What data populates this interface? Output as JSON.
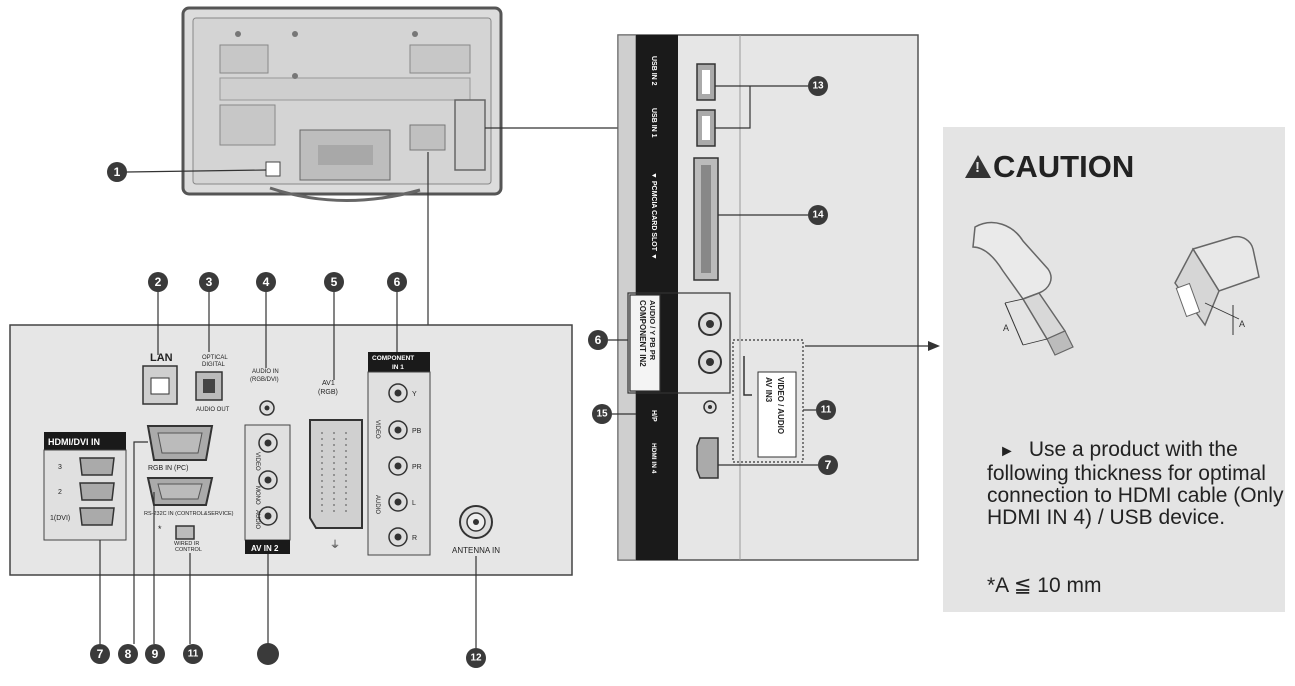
{
  "diagram": {
    "panel_labels": {
      "lan": "LAN",
      "optical_1": "OPTICAL",
      "optical_2": "DIGITAL",
      "audio_out": "AUDIO OUT",
      "audio_in_1": "AUDIO IN",
      "audio_in_2": "(RGB/DVI)",
      "av1_1": "AV1",
      "av1_2": "(RGB)",
      "component_in_1": "COMPONENT",
      "component_in_2": "IN 1",
      "hdmi_dvi_in": "HDMI/DVI IN",
      "hdmi_3": "3",
      "hdmi_2": "2",
      "hdmi_1": "1(DVI)",
      "rgb_in": "RGB IN (PC)",
      "rs232": "RS-232C IN (CONTROL&SERVICE)",
      "wired_ir_1": "WIRED IR",
      "wired_ir_2": "CONTROL",
      "av_in_2": "AV IN 2",
      "antenna_in": "ANTENNA IN",
      "video": "VIDEO",
      "audio": "AUDIO",
      "mono": "MONO",
      "r": "R",
      "l": "L",
      "y": "Y",
      "pb": "PB",
      "pr": "PR"
    },
    "side_labels": {
      "usb_in_2": "USB IN 2",
      "usb_in_1": "USB IN 1",
      "pcmcia": "▼ PCMCIA CARD SLOT ▼",
      "component_in2_1": "COMPONENT IN2",
      "component_in2_2": "AUDIO / Y  PB  PR",
      "av_in3_1": "AV IN3",
      "av_in3_2": "VIDEO / AUDIO",
      "hp": "H/P",
      "hdmi_in4": "HDMI IN 4"
    },
    "callouts": {
      "n1": "1",
      "n2": "2",
      "n3": "3",
      "n4": "4",
      "n5": "5",
      "n6": "6",
      "n6b": "6",
      "n7": "7",
      "n7b": "7",
      "n8": "8",
      "n9": "9",
      "n10": "",
      "n11": "11",
      "n11b": "11",
      "n12": "12",
      "n13": "13",
      "n14": "14",
      "n15": "15"
    },
    "caution": {
      "title": "CAUTION",
      "arrow": "►",
      "text": "Use a product with the following thickness for optimal connection to HDMI cable (Only HDMI IN 4) / USB device.",
      "spec": "*A ≦ 10 mm",
      "dim_label": "A"
    },
    "colors": {
      "panel_fill": "#e6e6e6",
      "panel_stroke": "#444444",
      "callout_fill": "#3a3a3a",
      "label_bar": "#1a1a1a",
      "caution_bg": "#e4e4e4"
    }
  }
}
